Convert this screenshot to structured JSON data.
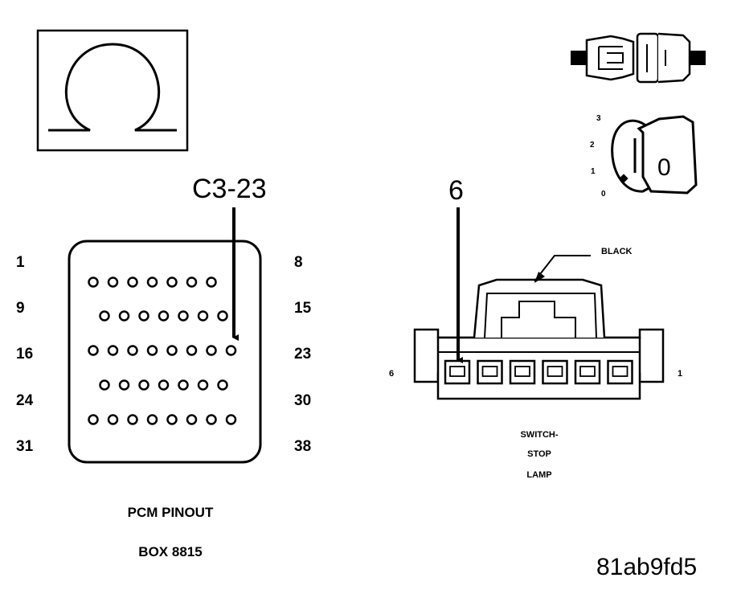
{
  "ohmmeter": {
    "symbol": "Ω"
  },
  "ignition": {
    "positions": [
      "3",
      "2",
      "1",
      "0"
    ],
    "key_label": "0"
  },
  "pcm": {
    "callout": "C3-23",
    "row_numbers": {
      "left": [
        "1",
        "9",
        "16",
        "24",
        "31"
      ],
      "right": [
        "8",
        "15",
        "23",
        "30",
        "38"
      ]
    },
    "caption": [
      "PCM PINOUT",
      "BOX 8815"
    ]
  },
  "switch": {
    "callout": "6",
    "color_label": "BLACK",
    "end_labels": {
      "left": "6",
      "right": "1"
    },
    "caption": [
      "SWITCH-",
      "STOP",
      "LAMP"
    ]
  },
  "figure_code": "81ab9fd5"
}
